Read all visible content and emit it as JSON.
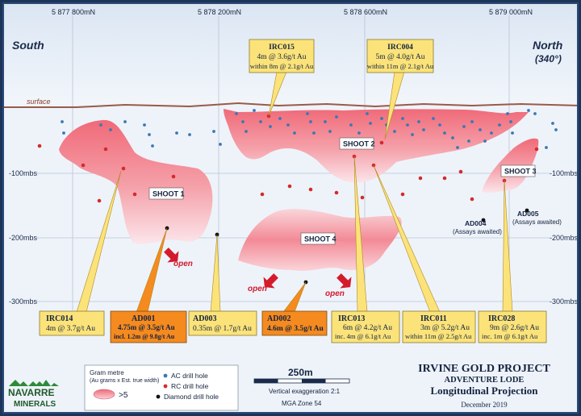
{
  "grid": {
    "northings": [
      "5 877 800mN",
      "5 878 200mN",
      "5 878 600mN",
      "5 879 000mN"
    ],
    "depths": [
      "-100mbs",
      "-200mbs",
      "-300mbs"
    ]
  },
  "orientation": {
    "south": "South",
    "north": "North",
    "bearing": "(340°)"
  },
  "surface_label": "surface",
  "shoots": [
    "SHOOT 1",
    "SHOOT 2",
    "SHOOT 3",
    "SHOOT 4"
  ],
  "open_label": "open",
  "awaited": {
    "ad004_id": "AD004",
    "ad004_note": "(Assays awaited)",
    "ad005_id": "AD005",
    "ad005_note": "(Assays awaited)"
  },
  "callouts": {
    "irc015": {
      "id": "IRC015",
      "l1": "4m @ 3.6g/t Au",
      "l2": "within 8m @ 2.1g/t Au"
    },
    "irc004": {
      "id": "IRC004",
      "l1": "5m @ 4.0g/t Au",
      "l2": "within 11m @ 2.1g/t Au"
    },
    "irc014": {
      "id": "IRC014",
      "l1": "4m @ 3.7g/t Au"
    },
    "ad001": {
      "id": "AD001",
      "l1": "4.75m @ 3.5g/t Au",
      "l2": "incl. 1.2m @ 9.8g/t Au"
    },
    "ad003": {
      "id": "AD003",
      "l1": "0.35m @ 1.7g/t Au"
    },
    "ad002": {
      "id": "AD002",
      "l1": "4.6m @ 3.5g/t Au"
    },
    "irc013": {
      "id": "IRC013",
      "l1": "6m @ 4.2g/t Au",
      "l2": "inc. 4m @ 6.1g/t Au"
    },
    "irc011": {
      "id": "IRC011",
      "l1": "3m @ 5.2g/t Au",
      "l2": "within 11m @ 2.5g/t Au"
    },
    "irc028": {
      "id": "IRC028",
      "l1": "9m @ 2.6g/t Au",
      "l2": "inc. 1m @ 6.1g/t Au"
    }
  },
  "legend": {
    "gram_title": "Gram metre",
    "gram_sub": "(Au grams x Est. true width)",
    "gram_value": ">5",
    "ac": "AC drill hole",
    "rc": "RC drill hole",
    "diamond": "Diamond drill hole"
  },
  "logo": {
    "line1": "NAVARRE",
    "line2": "MINERALS"
  },
  "scale": {
    "length": "250m",
    "exaggeration": "Vertical exaggeration 2:1",
    "zone": "MGA Zone 54"
  },
  "title": {
    "project": "IRVINE GOLD PROJECT",
    "lode": "ADVENTURE LODE",
    "projection": "Longitudinal Projection",
    "date": "December 2019"
  },
  "colors": {
    "background": "#eef3fa",
    "frame": "#1d3458",
    "shoot_fill": "#f06a78",
    "callout_rc": "#fbe37a",
    "callout_diamond": "#f58a1f",
    "ac_hole": "#3a78b5",
    "rc_hole": "#d52a2a",
    "diamond_hole": "#111111",
    "surface": "#9a5a48"
  }
}
